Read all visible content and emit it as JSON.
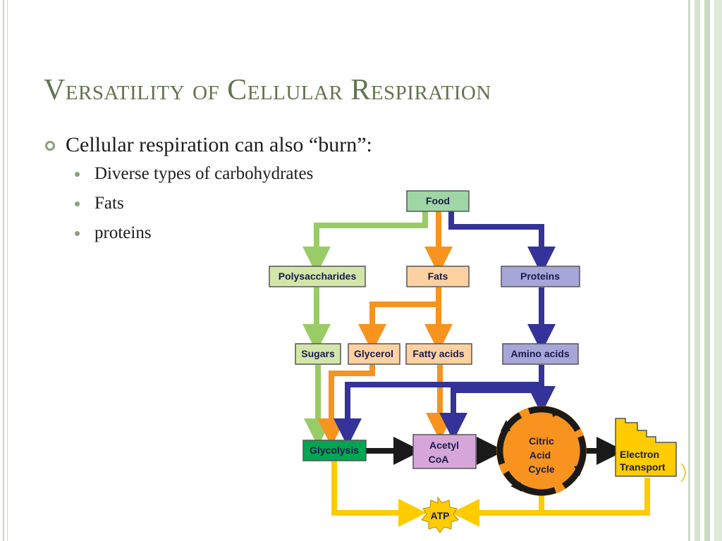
{
  "slide": {
    "title": "Versatility of Cellular Respiration",
    "bullet_main": "Cellular respiration can also “burn”:",
    "sub_bullets": [
      "Diverse types of carbohydrates",
      "Fats",
      "proteins"
    ]
  },
  "diagram": {
    "nodes": {
      "food": "Food",
      "polysaccharides": "Polysaccharides",
      "fats": "Fats",
      "proteins": "Proteins",
      "sugars": "Sugars",
      "glycerol": "Glycerol",
      "fatty_acids": "Fatty acids",
      "amino_acids": "Amino acids",
      "glycolysis": "Glycolysis",
      "acetyl_coa": [
        "Acetyl",
        "CoA"
      ],
      "citric_acid_cycle": [
        "Citric",
        "Acid",
        "Cycle"
      ],
      "electron_transport": [
        "Electron",
        "Transport"
      ],
      "atp": "ATP"
    },
    "colors": {
      "title": "#62734f",
      "carbohydrate_arrow": "#99cc66",
      "fat_arrow": "#f7931e",
      "protein_arrow": "#333399",
      "atp_arrow": "#ffcc00",
      "main_arrow": "#1a1a1a",
      "glycolysis_box": "#00a651",
      "citric_cycle": "#f7931e"
    }
  }
}
